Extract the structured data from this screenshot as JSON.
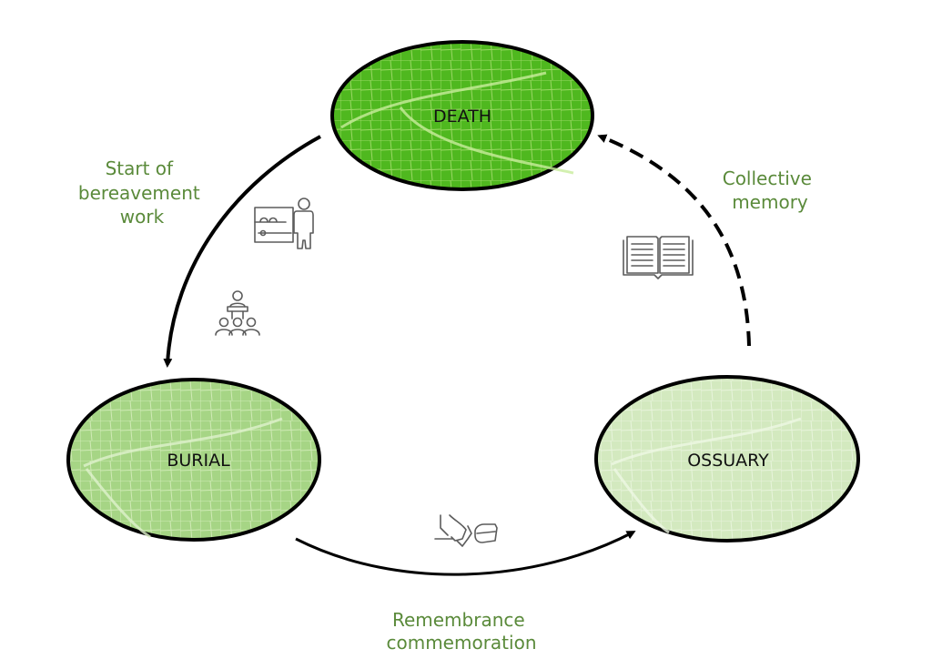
{
  "diagram": {
    "type": "cycle",
    "nodes": [
      {
        "id": "death",
        "label": "DEATH",
        "fill": "#4fb81f",
        "vein": "#b9e38c",
        "opacity": 1.0
      },
      {
        "id": "burial",
        "label": "BURIAL",
        "fill": "#9fd27a",
        "vein": "#d9efc2",
        "opacity": 0.7
      },
      {
        "id": "ossuary",
        "label": "OSSUARY",
        "fill": "#cfe7b8",
        "vein": "#ecf6e1",
        "opacity": 0.5
      }
    ],
    "edges": [
      {
        "from": "death",
        "to": "burial",
        "style": "solid",
        "label_lines": [
          "Start of",
          "bereavement",
          "work"
        ],
        "icons": [
          "coffin-viewing-icon",
          "funeral-ceremony-icon"
        ]
      },
      {
        "from": "burial",
        "to": "ossuary",
        "style": "solid",
        "label_lines": [
          "Remembrance",
          "commemoration"
        ],
        "icons": [
          "flower-laying-hand-icon"
        ]
      },
      {
        "from": "ossuary",
        "to": "death",
        "style": "dashed",
        "label_lines": [
          "Collective",
          "memory"
        ],
        "icons": [
          "open-book-icon"
        ]
      }
    ],
    "colors": {
      "label_green": "#5a8a3a",
      "outline": "#000000",
      "icon_gray": "#5c5c5c"
    }
  }
}
